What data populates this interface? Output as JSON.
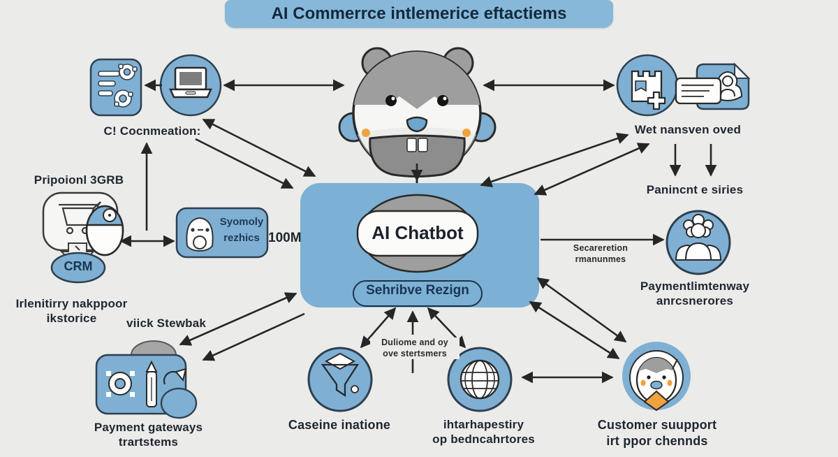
{
  "colors": {
    "background": "#ebebe9",
    "node_blue": "#7fb0d3",
    "banner_blue": "#87b8d9",
    "outline_dark": "#2e3f50",
    "arrow": "#262626",
    "accent_orange": "#f0a23c",
    "text_dark": "#1f2530"
  },
  "banner": {
    "title": "AI Commerrce intlemerice eftactiems"
  },
  "top_left": {
    "caption": "C! Cocnmeation:"
  },
  "left_group": {
    "title": "Pripoionl 3GRB",
    "crm_label": "CRM",
    "caption_line1": "Irlenitirry nakppoor",
    "caption_line2": "ikstorice"
  },
  "symoly_box": {
    "line1": "Syomoly",
    "line2": "rezhics",
    "metric": "100M"
  },
  "center": {
    "chatbot_label": "AI Chatbot",
    "subtitle": "Sehribve Rezign"
  },
  "top_right": {
    "caption": "Wet nansven oved",
    "sub_caption": "Panincnt e siries"
  },
  "right_group": {
    "flow_line1": "Secareretion",
    "flow_line2": "rmanunmes",
    "caption_line1": "Paymentlimtenway",
    "caption_line2": "anrcsnerores"
  },
  "bottom_left": {
    "arrow_label": "viick Stewbak",
    "caption_line1": "Payment gateways",
    "caption_line2": "trartstems"
  },
  "bottom_center": {
    "funnel_caption": "Caseine inatione",
    "flow_line1": "Duliome and oy",
    "flow_line2": "ove stertsmers",
    "globe_caption_line1": "ihtarhapestiry",
    "globe_caption_line2": "op bedncahrtores"
  },
  "bottom_right": {
    "caption_line1": "Customer suupport",
    "caption_line2": "irt ppor chennds"
  }
}
